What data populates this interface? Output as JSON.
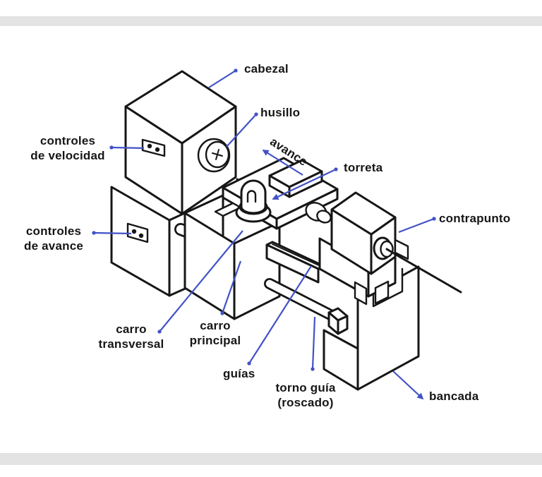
{
  "page": {
    "kind": "technical diagram",
    "subject": "parts of a lathe (torno)"
  },
  "colors": {
    "ink": "#161616",
    "leader": "#4152c6",
    "paper": "#ffffff",
    "band": "#e3e3e3"
  },
  "diagram": {
    "labels": {
      "cabezal": "cabezal",
      "husillo": "husillo",
      "avance": "avance",
      "torreta": "torreta",
      "contrapunto": "contrapunto",
      "controles_velocidad": {
        "line1": "controles",
        "line2": "de velocidad"
      },
      "controles_avance": {
        "line1": "controles",
        "line2": "de avance"
      },
      "carro_transversal": {
        "line1": "carro",
        "line2": "transversal"
      },
      "carro_principal": {
        "line1": "carro",
        "line2": "principal"
      },
      "guias": "guías",
      "torno_guia": {
        "line1": "torno guía",
        "line2": "(roscado)"
      },
      "bancada": "bancada"
    }
  }
}
